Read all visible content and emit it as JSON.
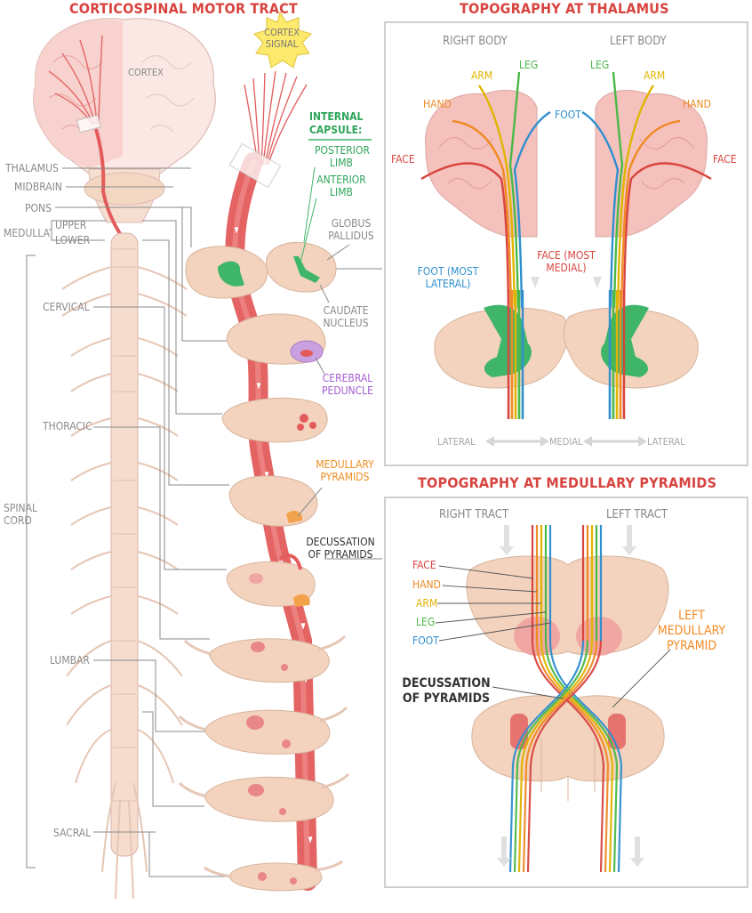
{
  "titles": {
    "main": "CORTICOSPINAL MOTOR TRACT",
    "thalamus_panel": "TOPOGRAPHY AT THALAMUS",
    "pyramids_panel": "TOPOGRAPHY AT MEDULLARY PYRAMIDS"
  },
  "colors": {
    "title_red": "#d8443f",
    "tract_red": "#e35b5b",
    "capsule_green": "#3fb56a",
    "peduncle_purple": "#b07ad0",
    "pyramid_orange": "#f2a24a",
    "brain_pink": "#f4c1bd",
    "tissue_tan": "#f3d3bd",
    "face_red": "#d8443f",
    "hand_orange": "#f08a24",
    "arm_yellow": "#e0b400",
    "leg_green": "#4cb848",
    "foot_blue": "#2f8fcf"
  },
  "left": {
    "cortex": "CORTEX",
    "cortex_signal": "CORTEX SIGNAL",
    "levels": {
      "thalamus": "THALAMUS",
      "midbrain": "MIDBRAIN",
      "pons": "PONS",
      "medulla": "MEDULLA",
      "upper": "UPPER",
      "lower": "LOWER",
      "cervical": "CERVICAL",
      "thoracic": "THORACIC",
      "spinal_cord": "SPINAL CORD",
      "lumbar": "LUMBAR",
      "sacral": "SACRAL"
    },
    "structures": {
      "internal_capsule": "INTERNAL CAPSULE:",
      "posterior_limb": "POSTERIOR LIMB",
      "anterior_limb": "ANTERIOR LIMB",
      "globus_pallidus": "GLOBUS PALLIDUS",
      "caudate_nucleus": "CAUDATE NUCLEUS",
      "cerebral_peduncle": "CEREBRAL PEDUNCLE",
      "medullary_pyramids": "MEDULLARY PYRAMIDS",
      "decussation": "DECUSSATION OF PYRAMIDS"
    }
  },
  "thalamus_panel": {
    "right_body": "RIGHT BODY",
    "left_body": "LEFT BODY",
    "face": "FACE",
    "hand": "HAND",
    "arm": "ARM",
    "leg": "LEG",
    "foot": "FOOT",
    "face_medial": "FACE (MOST MEDIAL)",
    "foot_lateral": "FOOT (MOST LATERAL)",
    "lateral": "LATERAL",
    "medial": "MEDIAL"
  },
  "pyramids_panel": {
    "right_tract": "RIGHT TRACT",
    "left_tract": "LEFT TRACT",
    "legend": [
      "FACE",
      "HAND",
      "ARM",
      "LEG",
      "FOOT"
    ],
    "left_pyramid": "LEFT MEDULLARY PYRAMID",
    "decussation": "DECUSSATION OF PYRAMIDS"
  }
}
